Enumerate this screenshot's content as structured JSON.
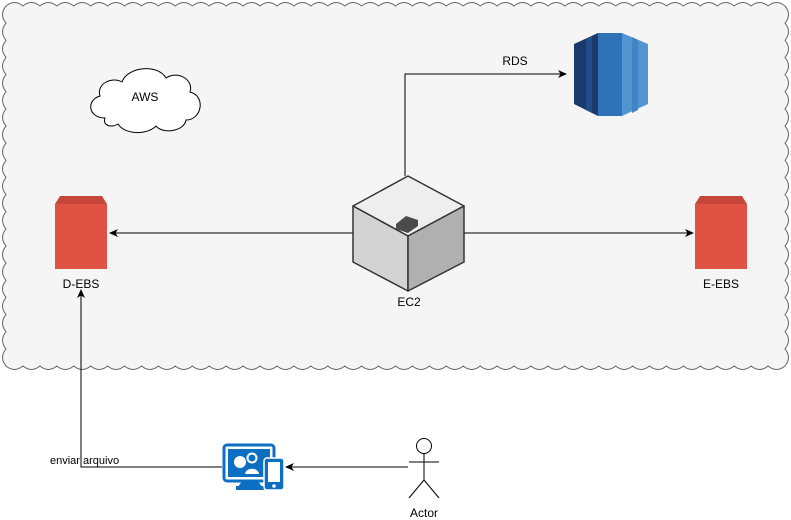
{
  "diagram": {
    "cloud_label": "AWS",
    "nodes": {
      "ec2": {
        "label": "EC2",
        "icon": "ec2-instance-icon"
      },
      "rds": {
        "label": "RDS",
        "icon": "rds-database-icon"
      },
      "d_ebs": {
        "label": "D-EBS",
        "icon": "ebs-volume-icon"
      },
      "e_ebs": {
        "label": "E-EBS",
        "icon": "ebs-volume-icon"
      },
      "device": {
        "icon": "desktop-and-mobile-icon"
      },
      "actor": {
        "label": "Actor",
        "icon": "actor-icon"
      }
    },
    "edges": {
      "upload": {
        "label": "enviar arquivo"
      }
    },
    "colors": {
      "cloud_fill": "#f5f5f5",
      "cloud_stroke": "#666666",
      "ebs": "#e05243",
      "ebs_dark": "#c7473a",
      "rds_dark": "#1a3a6b",
      "rds_mid": "#2e73b8",
      "rds_light": "#5294cf",
      "device": "#0d6fc1"
    }
  }
}
